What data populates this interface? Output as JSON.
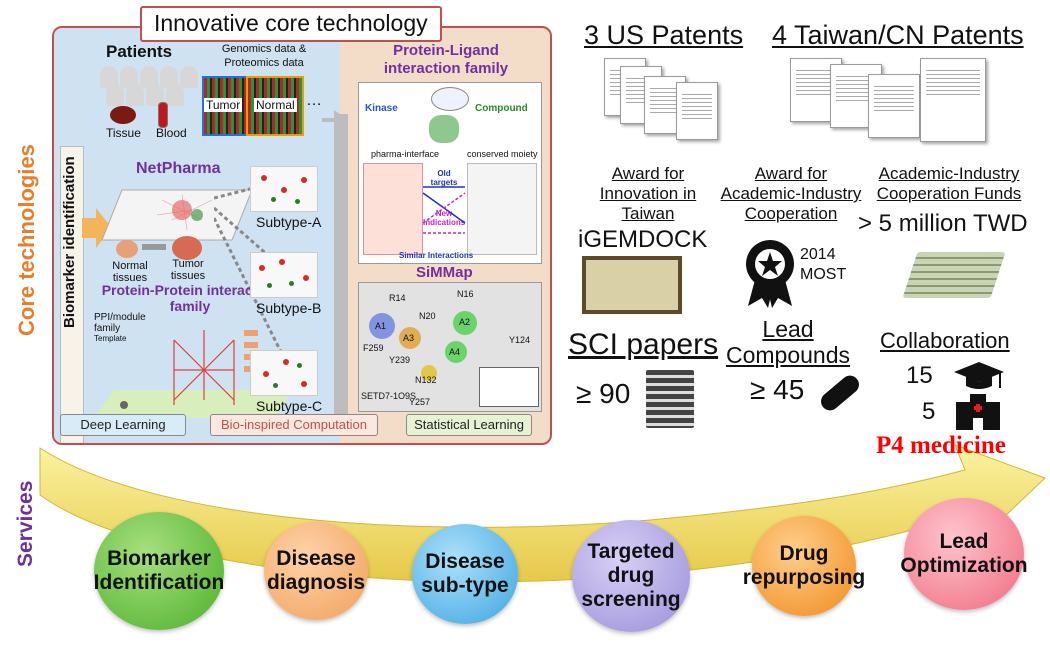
{
  "side_labels": {
    "core": "Core technologies",
    "services": "Services"
  },
  "core_panel": {
    "title": "Innovative core technology",
    "biomarker_bar": "Biomarker identification",
    "patients": "Patients",
    "omics": "Genomics data & Proteomics data",
    "tissue": "Tissue",
    "blood": "Blood",
    "tumor": "Tumor",
    "normal": "Normal",
    "ellipsis": "…",
    "netpharma": "NetPharma",
    "normal_tissues": "Normal tissues",
    "tumor_tissues": "Tumor tissues",
    "ppi_family": "Protein-Protein interaction family",
    "ppi_module": "PPI/module family",
    "template": "Template",
    "subtypes": [
      "Subtype-A",
      "Subtype-B",
      "Subtype-C"
    ],
    "plif_title": "Protein-Ligand interaction family",
    "kinase": "Kinase",
    "compound": "Compound",
    "pharma_interface": "pharma-interface",
    "conserved_moiety": "conserved moiety",
    "old_targets": "Old targets",
    "new_indications": "New Indications",
    "similar_interactions": "Similar Interactions",
    "simmap": "SiMMap",
    "residues": [
      "R14",
      "N16",
      "N20",
      "A1",
      "A2",
      "A3",
      "F259",
      "Y239",
      "A4",
      "N132",
      "Y124",
      "Y257"
    ],
    "setd": "SETD7-1O9S",
    "methods": [
      "Deep Learning",
      "Bio-inspired Computation",
      "Statistical Learning"
    ]
  },
  "achievements": {
    "us_patents": "3 US Patents",
    "tw_patents": "4 Taiwan/CN Patents",
    "award_innovation": "Award for Innovation in Taiwan",
    "igemdock": "iGEMDOCK",
    "award_academic": "Award for Academic-Industry Cooperation",
    "most_year": "2014",
    "most": "MOST",
    "funds_title": "Academic-Industry Cooperation Funds",
    "funds_value": "> 5 million TWD",
    "sci_papers": "SCI papers",
    "sci_count": "≥ 90",
    "lead_compounds": "Lead Compounds",
    "lead_count": "≥ 45",
    "collaboration": "Collaboration",
    "collab_academic": "15",
    "collab_hospital": "5",
    "p4": "P4 medicine"
  },
  "services": [
    {
      "label": "Biomarker Identification",
      "color": "#4caf28"
    },
    {
      "label": "Disease diagnosis",
      "color": "#f0a05a"
    },
    {
      "label": "Disease sub-type",
      "color": "#3ba6e0"
    },
    {
      "label": "Targeted drug screening",
      "color": "#9a8ed8"
    },
    {
      "label": "Drug repurposing",
      "color": "#f08a1c"
    },
    {
      "label": "Lead Optimization",
      "color": "#ef6a7e"
    }
  ],
  "colors": {
    "accent_red": "#c0504d",
    "purple": "#7030a0",
    "p4_red": "#ff0000",
    "arrow_yellow": "#f6e66a"
  }
}
